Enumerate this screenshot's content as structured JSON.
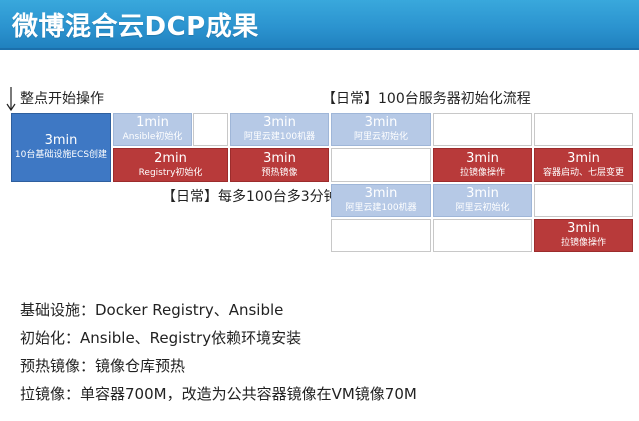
{
  "header": {
    "title": "微博混合云DCP成果",
    "color": "#2b93cf"
  },
  "labels": {
    "start": "整点开始操作",
    "daily_flow": "【日常】100台服务器初始化流程",
    "daily_add": "【日常】每多100台多3分钟"
  },
  "colors": {
    "blue_dark": "#3e78c4",
    "blue_light": "#b6c9e6",
    "red": "#b83a3a"
  },
  "timeline": {
    "cell_ecs": {
      "duration": "3min",
      "task": "10台基础设施ECS创建"
    },
    "cell_ansible": {
      "duration": "1min",
      "task": "Ansible初始化"
    },
    "cell_aliyun_100_a": {
      "duration": "3min",
      "task": "阿里云建100机器"
    },
    "cell_aliyun_init_a": {
      "duration": "3min",
      "task": "阿里云初始化"
    },
    "cell_registry": {
      "duration": "2min",
      "task": "Registry初始化"
    },
    "cell_preheat": {
      "duration": "3min",
      "task": "预热镜像"
    },
    "cell_pull_a": {
      "duration": "3min",
      "task": "拉镜像操作"
    },
    "cell_start": {
      "duration": "3min",
      "task": "容器启动、七层变更"
    },
    "cell_aliyun_100_b": {
      "duration": "3min",
      "task": "阿里云建100机器"
    },
    "cell_aliyun_init_b": {
      "duration": "3min",
      "task": "阿里云初始化"
    },
    "cell_pull_b": {
      "duration": "3min",
      "task": "拉镜像操作"
    }
  },
  "notes": [
    "基础设施：Docker Registry、Ansible",
    "初始化：Ansible、Registry依赖环境安装",
    "预热镜像：镜像仓库预热",
    "拉镜像：单容器700M，改造为公共容器镜像在VM镜像70M"
  ]
}
